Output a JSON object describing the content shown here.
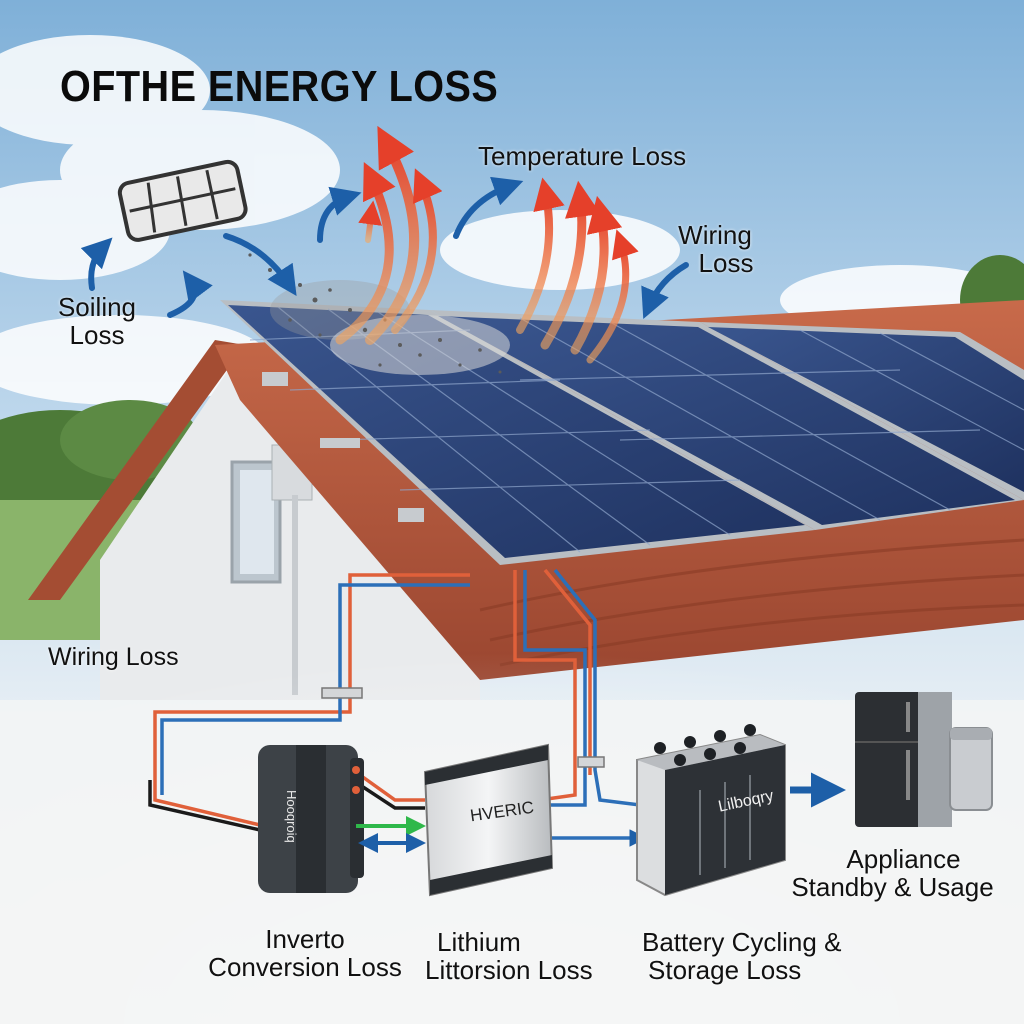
{
  "title": "OFTHE ENERGY LOSS",
  "labels": {
    "soiling": [
      "Soiling",
      "Loss"
    ],
    "temperature": "Temperature Loss",
    "wiring_top": [
      "Wiring",
      "Loss"
    ],
    "wiring_left": "Wiring Loss",
    "inverter": [
      "Inverto",
      "Conversion Loss"
    ],
    "lithium": [
      "Lithium",
      "Littorsion Loss"
    ],
    "battery": [
      "Battery Cycling &",
      "Storage Loss"
    ],
    "appliance": [
      "Appliance",
      "Standby & Usage"
    ]
  },
  "device_text": {
    "inverter": "Hooqroiq",
    "controller": "HVERIC",
    "battery": "Lilboqry"
  },
  "colors": {
    "sky_top": "#7fb0d8",
    "panel": "#2b3f6e",
    "roof": "#b5553a",
    "heat": "#e8632c",
    "arrow_blue": "#1d5fa8",
    "wire_red": "#e0603a",
    "wire_blue": "#2c6fb8",
    "green": "#2fb84a"
  }
}
